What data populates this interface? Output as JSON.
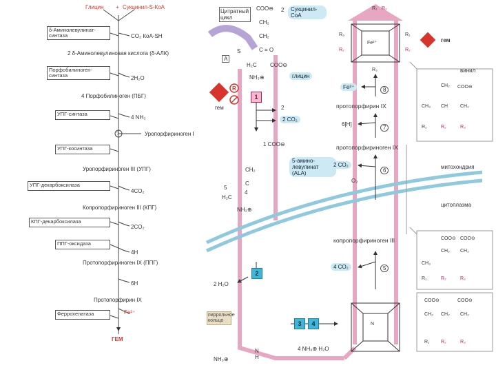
{
  "left": {
    "top_glycine": "Глицин",
    "top_plus": "+",
    "top_succinyl": "Сукцинил-S-КоА",
    "enzyme1": "δ-Аминолевулинат-синтаза",
    "out1": "CO₂  КoA-SH",
    "step2": "2 δ-Аминолевулиновая кислота (δ-АЛК)",
    "enzyme2": "Порфобилиноген-синтаза",
    "out2": "2H₂O",
    "step3": "4 Порфобилиноген (ПБГ)",
    "enzyme3": "УПГ-синтаза",
    "out3": "4 NH₃",
    "question": "?",
    "side3": "Уропорфириноген I",
    "enzyme4": "УПГ-косинтаза",
    "step4": "Уропорфириноген III (УПГ)",
    "enzyme5": "УПГ-декарбоксилаза",
    "out5": "4CO₂",
    "step5": "Копропорфириноген III (КПГ)",
    "enzyme6": "КПГ-декарбоксилаза",
    "out6": "2CO₂",
    "enzyme7": "ППГ-оксидаза",
    "out7": "4H",
    "step7": "Протопорфириноген IX (ППГ)",
    "out8": "6H",
    "step8": "Протопорфирин IX",
    "enzyme9": "Феррохелатаза",
    "fe": "Fe²⁺",
    "final": "ГЕМ"
  },
  "right": {
    "citrate_cycle": "Цитратный цикл",
    "succinyl_coa": "Сукцинил-CoA",
    "num2a": "2",
    "coo": "COO⊖",
    "ch2": "CH₂",
    "c_eq_o": "C = O",
    "s_label": "S",
    "a_label": "A",
    "h2c": "H₂C",
    "nh3": "NH₃⊕",
    "glycine": "глицин",
    "heme_small": "гем",
    "r_label": "R",
    "enz1": "1",
    "two_co2": "2  CO₂",
    "two_a": "2",
    "ala": "5-амино-левулинат (ALA)",
    "one_coo": "1  COO⊖",
    "five_label": "5",
    "four_label": "4",
    "c_label": "C",
    "enz2": "2",
    "h2o": "2 H₂O",
    "pyrrole_ring": "пиррольное кольцо",
    "enz3": "3",
    "enz4": "4",
    "nh4": "4 NH₄⊕   H₂O",
    "n_label": "N",
    "h_label": "H",
    "fe2": "Fe²⁺",
    "enz8": "8",
    "protoporphyrin": "протопорфирин IX",
    "six_h": "6[H]",
    "enz7": "7",
    "protoporphyrinogen": "протопорфириноген IX",
    "co2_2": "2 CO₂",
    "o2": "O₂",
    "enz6": "6",
    "mitochondria": "митохондрия",
    "cytoplasm": "цитоплазма",
    "coproporphyrinogen": "копропорфириноген III",
    "co2_4": "4 CO₂",
    "enz5": "5",
    "heme_big": "гем",
    "vinyl": "винил",
    "r1": "R₁",
    "r2": "R₂",
    "r3": "R₃",
    "ch3": "CH₃",
    "ch": "CH",
    "ch2_eq": "CH₂",
    "fe_center": "Fe²⁺",
    "n_center": "N"
  }
}
